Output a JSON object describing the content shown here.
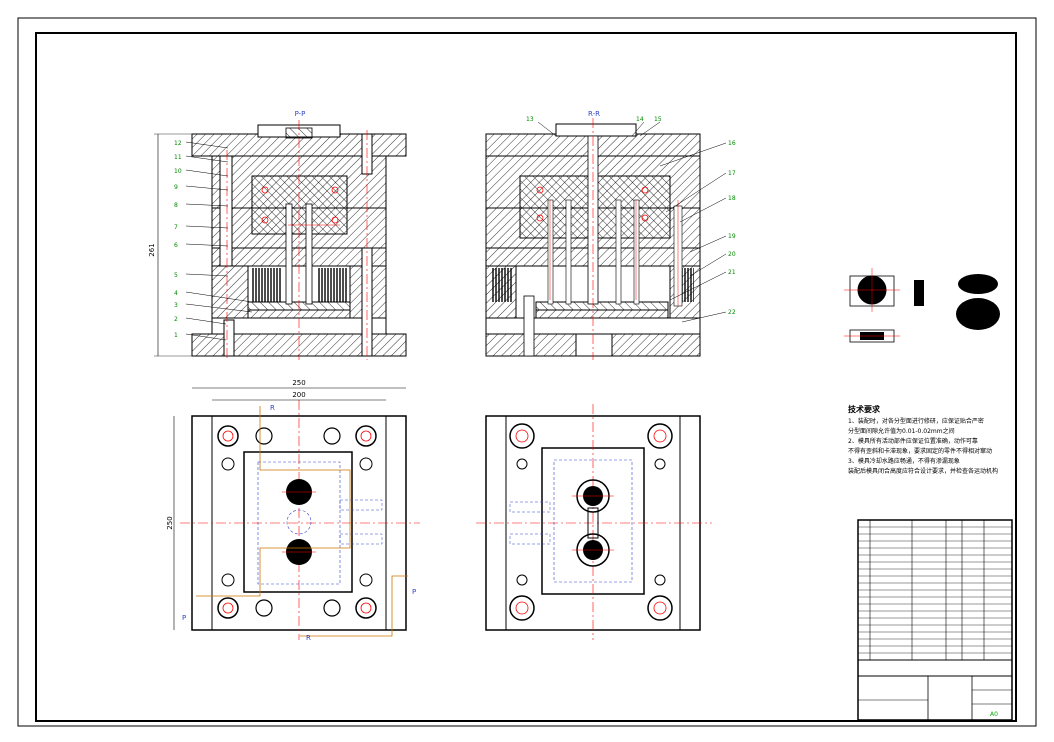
{
  "views": {
    "section_pp": {
      "label": "P-P"
    },
    "section_rr": {
      "label": "R-R"
    }
  },
  "dimensions": {
    "overall_height": "261",
    "width_outer": "250",
    "width_inner": "200",
    "height_side": "250"
  },
  "section_markers": {
    "p": "P",
    "r": "R"
  },
  "balloons_left": [
    "12",
    "11",
    "10",
    "9",
    "8",
    "7",
    "6",
    "5",
    "4",
    "3",
    "2",
    "1"
  ],
  "balloons_right": [
    "13",
    "14",
    "15",
    "16",
    "17",
    "18",
    "19",
    "20",
    "21",
    "22"
  ],
  "tech_requirements": {
    "title": "技术要求",
    "lines": [
      "1、装配时，对各分型面进行修研，应保证贴合严密",
      "分型面间隙允许值为0.01-0.02mm之间",
      "2、模具所有活动部件应保证位置准确，动作可靠",
      "不得有歪斜和卡滞现象，要求固定的零件不得相对窜动",
      "3、模具冷却水路应畅通，不得有渗漏现象",
      "装配后模具闭合高度应符合设计要求，并检查各运动机构"
    ]
  },
  "title_block": {
    "sheet_size": "A0"
  },
  "colors": {
    "line": "#000000",
    "centerline": "#ff0000",
    "hidden": "#3344cc",
    "table_text": "#00aa00",
    "section_line": "#cc7700"
  }
}
